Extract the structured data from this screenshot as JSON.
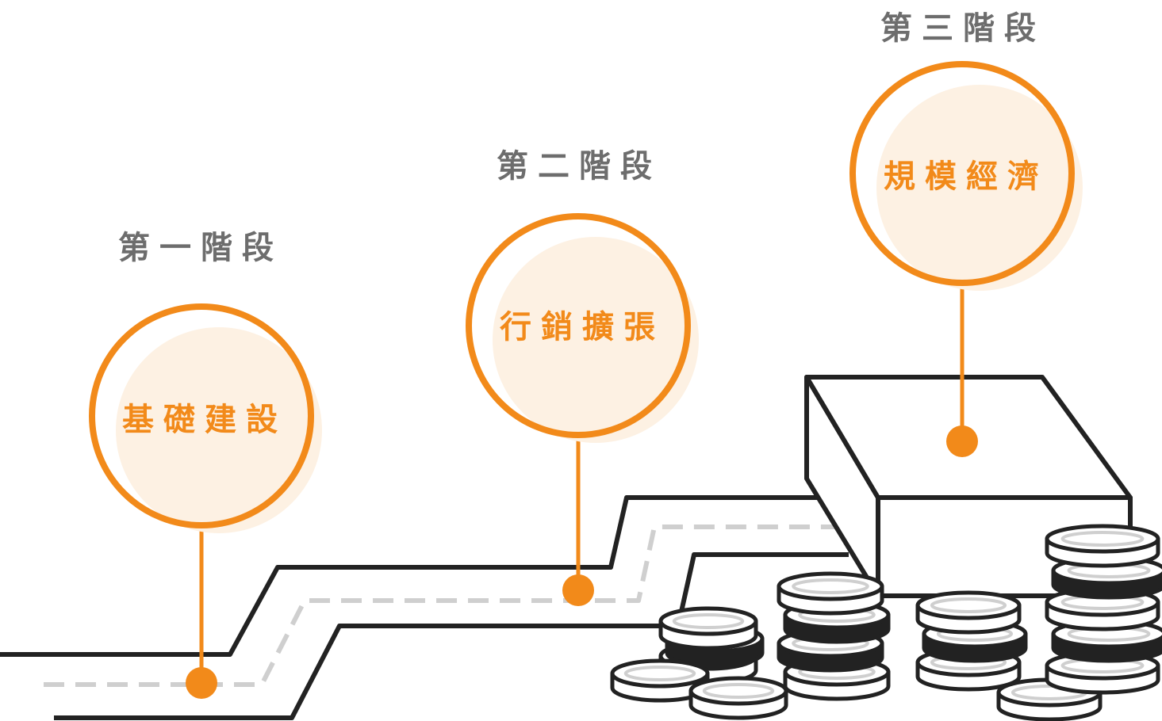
{
  "colors": {
    "accent": "#f28a1a",
    "accent_fill": "#fdf1e3",
    "label_gray": "#6d6d6d",
    "road_line": "#222222",
    "dash_gray": "#cfcfcf"
  },
  "stages": [
    {
      "label": "第一階段",
      "text": "基礎建設"
    },
    {
      "label": "第二階段",
      "text": "行銷擴張"
    },
    {
      "label": "第三階段",
      "text": "規模經濟"
    }
  ]
}
